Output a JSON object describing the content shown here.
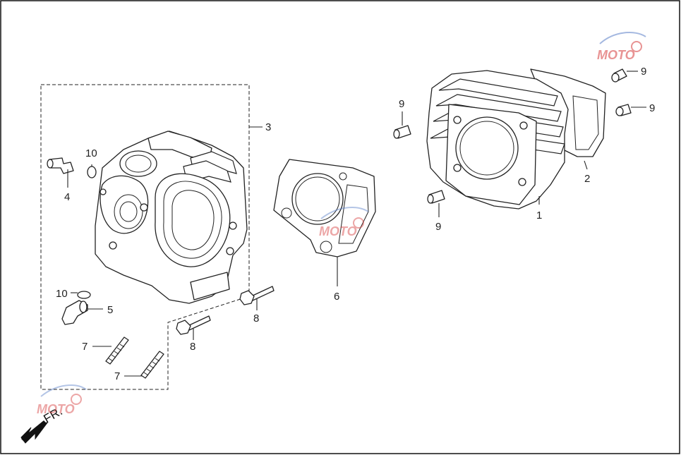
{
  "callouts": [
    {
      "id": "1",
      "text": "1"
    },
    {
      "id": "2",
      "text": "2"
    },
    {
      "id": "3",
      "text": "3"
    },
    {
      "id": "4",
      "text": "4"
    },
    {
      "id": "5",
      "text": "5"
    },
    {
      "id": "6",
      "text": "6"
    },
    {
      "id": "7a",
      "text": "7"
    },
    {
      "id": "7b",
      "text": "7"
    },
    {
      "id": "8a",
      "text": "8"
    },
    {
      "id": "8b",
      "text": "8"
    },
    {
      "id": "9a",
      "text": "9"
    },
    {
      "id": "9b",
      "text": "9"
    },
    {
      "id": "9c",
      "text": "9"
    },
    {
      "id": "9d",
      "text": "9"
    },
    {
      "id": "10a",
      "text": "10"
    },
    {
      "id": "10b",
      "text": "10"
    }
  ],
  "direction_label": "FR.",
  "watermark": {
    "text": "MOTO",
    "color_red": "#d63b3b",
    "color_blue": "#5a7fc8"
  }
}
